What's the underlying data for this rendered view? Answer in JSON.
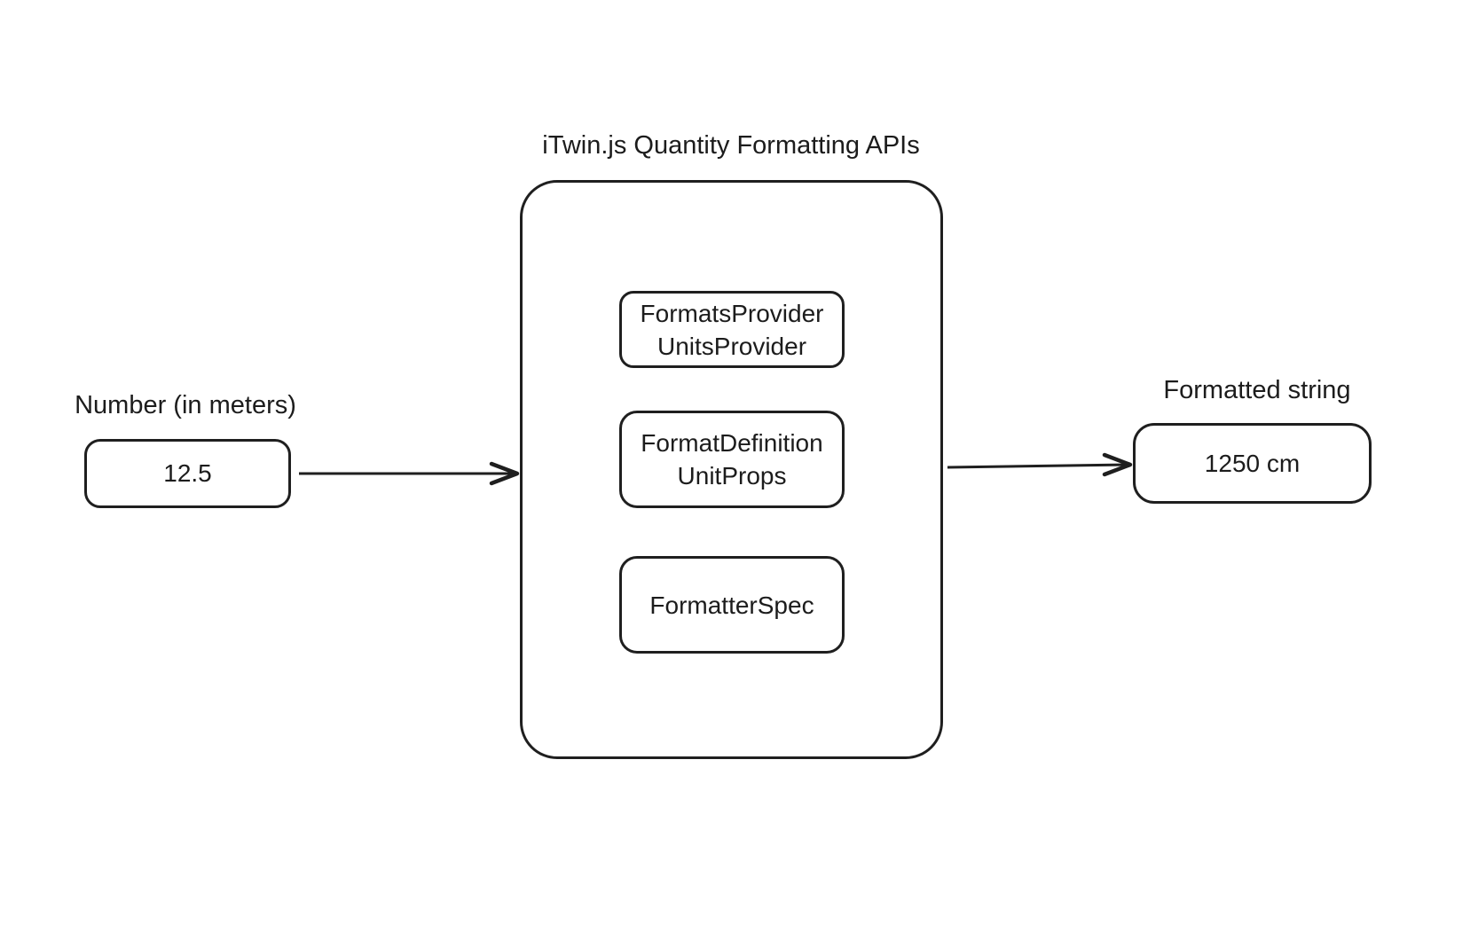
{
  "diagram": {
    "title": "iTwin.js Quantity Formatting APIs",
    "input": {
      "label": "Number (in meters)",
      "value": "12.5"
    },
    "output": {
      "label": "Formatted string",
      "value": "1250 cm"
    },
    "api_boxes": [
      {
        "lines": [
          "FormatsProvider",
          "UnitsProvider"
        ]
      },
      {
        "lines": [
          "FormatDefinition",
          "UnitProps"
        ]
      },
      {
        "lines": [
          "FormatterSpec"
        ]
      }
    ],
    "colors": {
      "stroke": "#1f1f1f",
      "text": "#1c1c1c",
      "background": "#ffffff"
    }
  }
}
